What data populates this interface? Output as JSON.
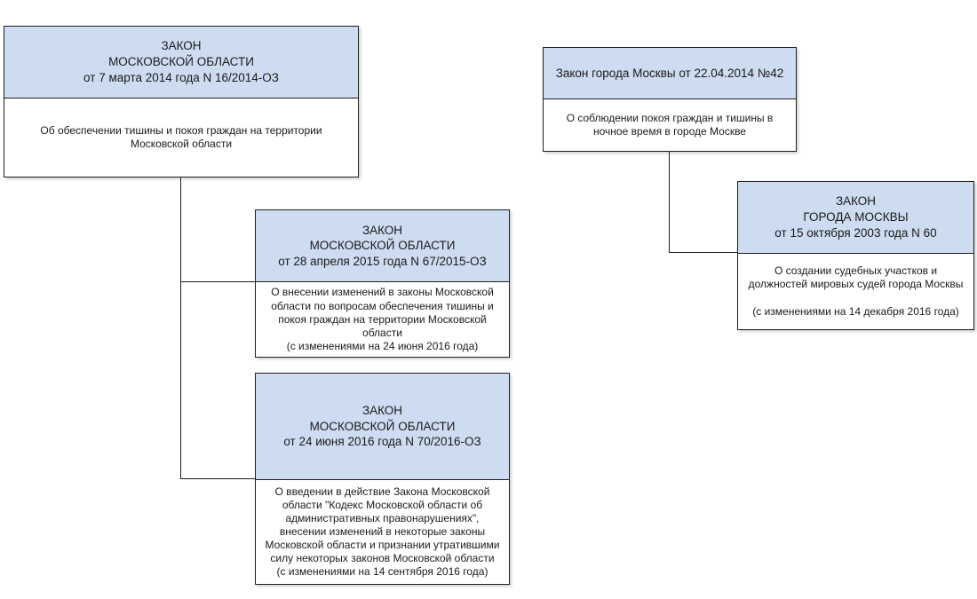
{
  "page": {
    "background_color": "#ffffff",
    "node_header_fill": "#cddcf0",
    "node_border_color": "#1f1f1f",
    "text_color": "#1a1a1a"
  },
  "diagram": {
    "nodes": [
      {
        "id": "mo-2014",
        "header": "ЗАКОН\nМОСКОВСКОЙ ОБЛАСТИ\nот 7 марта 2014 года N 16/2014-ОЗ",
        "body": "Об обеспечении тишины и покоя граждан на территории Московской области"
      },
      {
        "id": "moscow-2014",
        "header": "Закон города Москвы от 22.04.2014 №42",
        "body": "О соблюдении покоя граждан и тишины в ночное время в городе Москве"
      },
      {
        "id": "mo-2015",
        "header": "ЗАКОН\nМОСКОВСКОЙ ОБЛАСТИ\nот 28 апреля 2015 года N 67/2015-ОЗ",
        "body": "О внесении изменений в законы Московской области по вопросам обеспечения тишины и покоя граждан на территории Московской области\n(с изменениями на 24 июня 2016 года)"
      },
      {
        "id": "moscow-2003",
        "header": "ЗАКОН\nГОРОДА МОСКВЫ\nот 15 октября 2003 года N 60",
        "body": "О создании судебных участков и должностей мировых судей города Москвы\n\n(с изменениями на 14 декабря 2016 года)"
      },
      {
        "id": "mo-2016",
        "header": "ЗАКОН\nМОСКОВСКОЙ ОБЛАСТИ\nот 24 июня 2016 года N 70/2016-ОЗ",
        "body": "О введении в действие Закона Московской области \"Кодекс Московской области об административных правонарушениях\", внесении изменений в некоторые законы Московской области и признании утратившими силу некоторых законов Московской области\n(с изменениями на 14 сентября 2016 года)"
      }
    ]
  }
}
